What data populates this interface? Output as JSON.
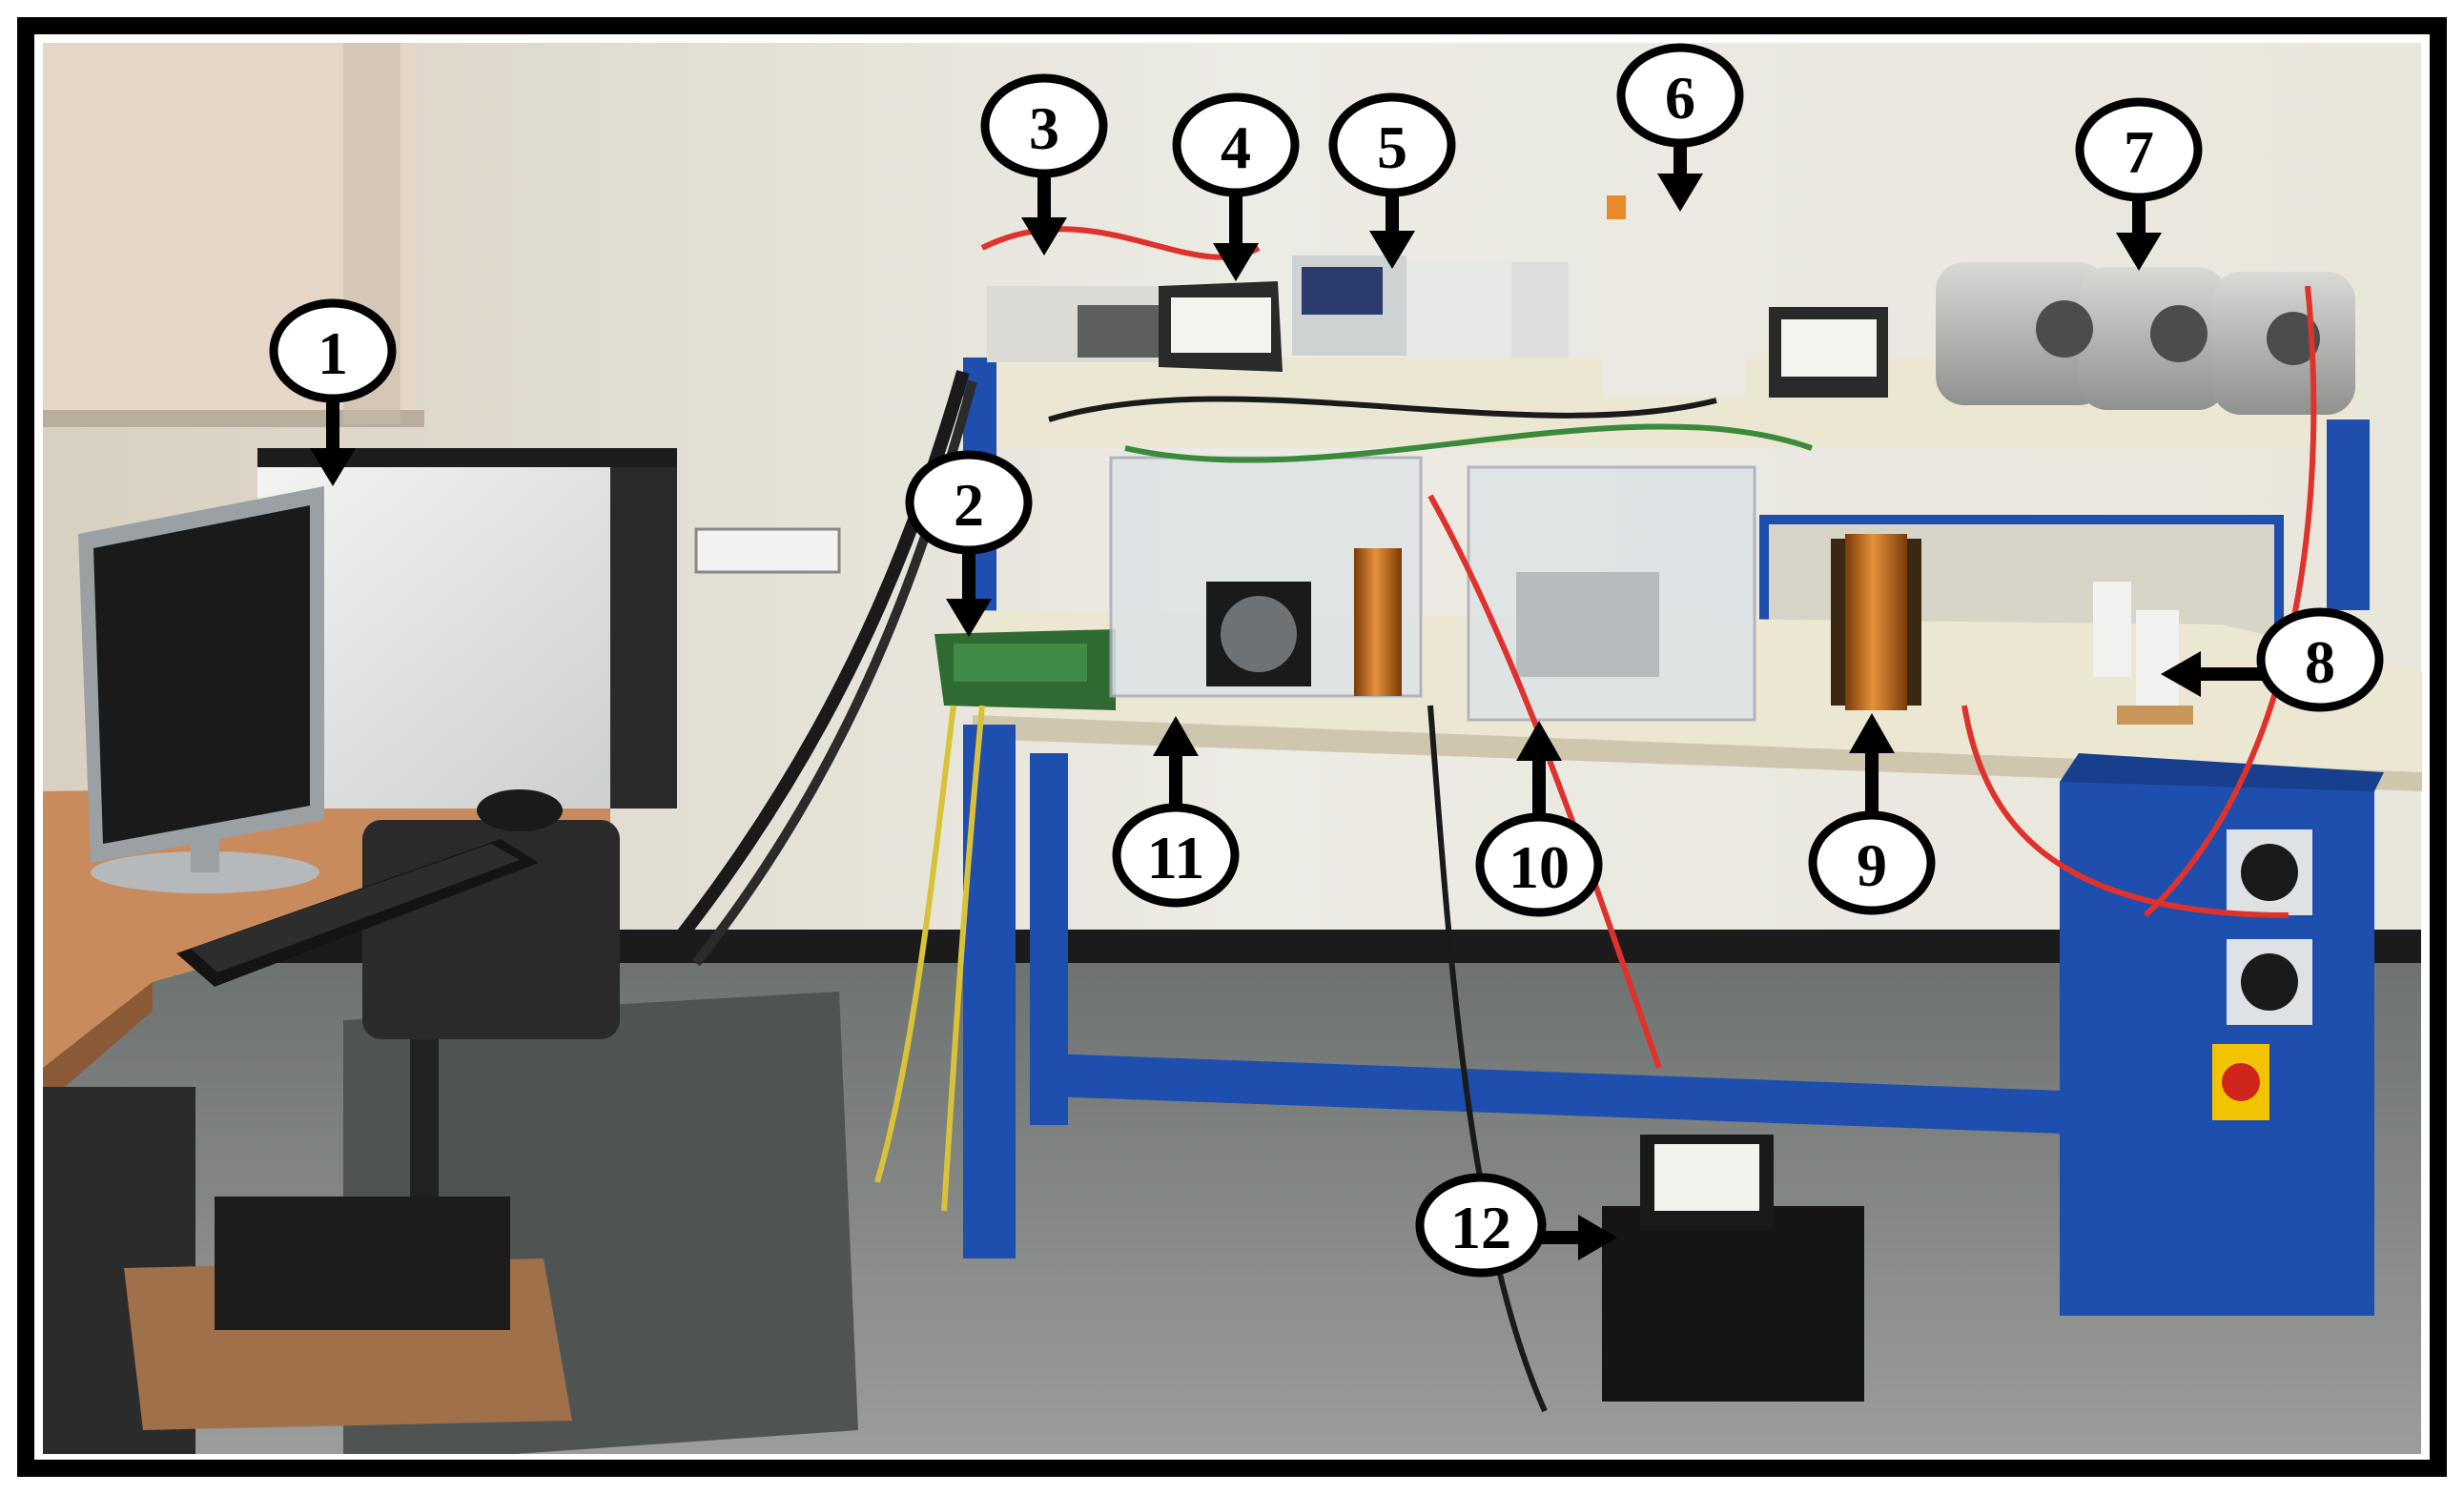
{
  "callouts": [
    {
      "label": "1"
    },
    {
      "label": "2"
    },
    {
      "label": "3"
    },
    {
      "label": "4"
    },
    {
      "label": "5"
    },
    {
      "label": "6"
    },
    {
      "label": "7"
    },
    {
      "label": "8"
    },
    {
      "label": "9"
    },
    {
      "label": "10"
    },
    {
      "label": "11"
    },
    {
      "label": "12"
    }
  ],
  "colors": {
    "frame": "#000000",
    "wall": "#e9e6dc",
    "floor": "#8f9392",
    "bench_frame": "#1e4fae",
    "bench_top": "#ece7d3",
    "desk": "#c88a5c",
    "copper_coil": "#c8741e",
    "red_wire": "#e0322c",
    "callout_fill": "#ffffff",
    "arrow": "#000000"
  }
}
